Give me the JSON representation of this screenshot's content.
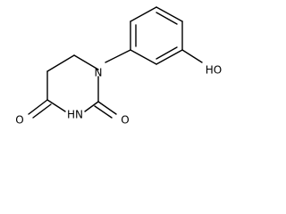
{
  "molecule": {
    "atoms": {
      "n1": "N",
      "n3": "HN",
      "o2": "O",
      "o4": "O",
      "oh": "HO"
    }
  },
  "colors": {
    "bond": "#000000",
    "text": "#000000",
    "background": "#ffffff"
  }
}
